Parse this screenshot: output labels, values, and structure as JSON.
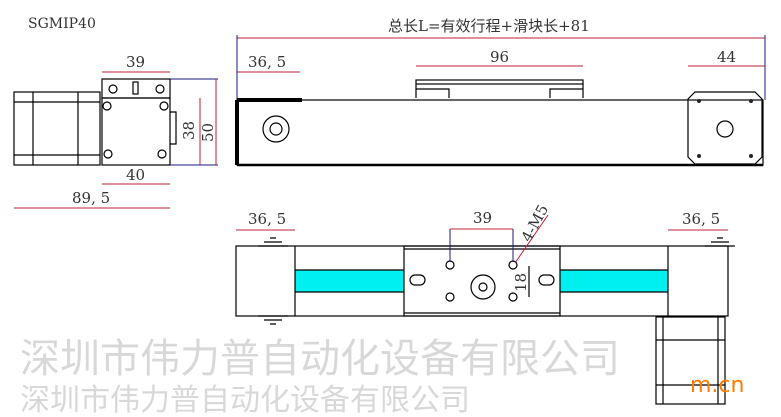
{
  "model": "SGMIP40",
  "formula": "总长L=有效行程+滑块长+81",
  "watermark": "深圳市伟力普自动化设备有限公司",
  "corner_watermark": "m.cn",
  "side_view": {
    "width_top": "39",
    "height_inner": "38",
    "height_outer": "50",
    "width_bottom": "40",
    "total": "89, 5"
  },
  "top_view": {
    "left_end": "36, 5",
    "slider": "96",
    "motor": "44"
  },
  "bottom_view": {
    "left_end": "36, 5",
    "hole_spacing": "39",
    "holes": "4-M5",
    "hole_vertical": "18",
    "right_end": "36, 5"
  },
  "colors": {
    "cyan": "#00f0f0",
    "dim_line": "#c0203a",
    "watermark_orange": "#ff7a00"
  }
}
